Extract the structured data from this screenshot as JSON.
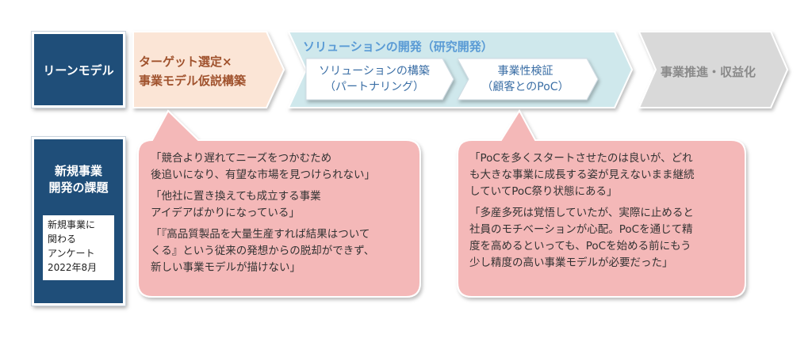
{
  "left_labels": {
    "lean_model": "リーンモデル",
    "challenges_title": "新規事業\n開発の課題",
    "survey_note": "新規事業に\n関わる\nアンケート\n2022年8月"
  },
  "stages": {
    "stage1": "ターゲット選定×\n事業モデル仮説構築",
    "stage2_title": "ソリューションの開発（研究開発）",
    "stage2_sub1": "ソリューションの構築\n（パートナリング）",
    "stage2_sub2": "事業性検証\n（顧客とのPoC）",
    "stage4": "事業推進・収益化"
  },
  "quotes_left": [
    "「競合より遅れてニーズをつかむため\n後追いになり、有望な市場を見つけられない」",
    "「他社に置き換えても成立する事業\nアイデアばかりになっている」",
    "「『高品質製品を大量生産すれば結果はついて\nくる』という従来の発想からの脱却ができず、\n新しい事業モデルが描けない」"
  ],
  "quotes_right": [
    "「PoCを多くスタートさせたのは良いが、どれ\nも大きな事業に成長する姿が見えないまま継続\nしていてPoC祭り状態にある」",
    "「多産多死は覚悟していたが、実際に止めると\n社員のモチベーションが心配。PoCを通じて精\n度を高めるといっても、PoCを始める前にもう\n少し精度の高い事業モデルが必要だった」"
  ],
  "colors": {
    "navy": "#1f4e79",
    "stage1_fill": "#fbe5d6",
    "stage2_fill": "#cfe8ec",
    "stage4_fill": "#d9d9d9",
    "bubble_fill": "#f4b8b8"
  }
}
